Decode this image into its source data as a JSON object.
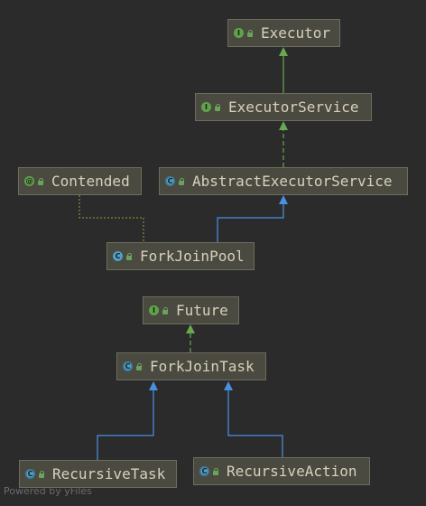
{
  "nodes": {
    "executor": {
      "label": "Executor",
      "kind": "I"
    },
    "executor_service": {
      "label": "ExecutorService",
      "kind": "I"
    },
    "contended": {
      "label": "Contended",
      "kind": "@"
    },
    "abstract_executor_service": {
      "label": "AbstractExecutorService",
      "kind": "C"
    },
    "fork_join_pool": {
      "label": "ForkJoinPool",
      "kind": "C"
    },
    "future": {
      "label": "Future",
      "kind": "I"
    },
    "fork_join_task": {
      "label": "ForkJoinTask",
      "kind": "C"
    },
    "recursive_task": {
      "label": "RecursiveTask",
      "kind": "C"
    },
    "recursive_action": {
      "label": "RecursiveAction",
      "kind": "C"
    }
  },
  "colors": {
    "background": "#2b2b2b",
    "node_fill": "#4b4a40",
    "node_border": "#6e6c5e",
    "node_text": "#d7d0bd",
    "implements_edge": "#6aa84f",
    "extends_edge": "#4a90e2",
    "annotation_edge": "#8a8a3a"
  },
  "watermark": "Powered by yFiles"
}
